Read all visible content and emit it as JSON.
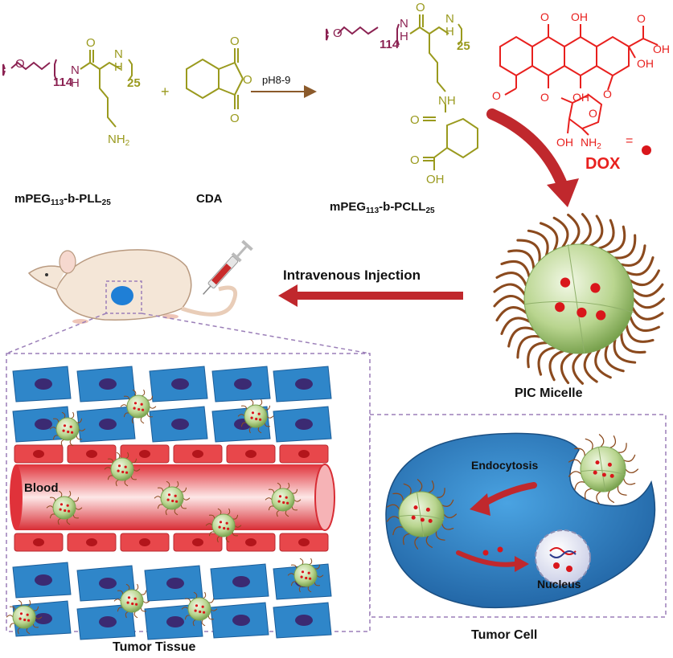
{
  "chemistry": {
    "reactant1": {
      "label": "mPEG",
      "label_sub": "113",
      "label_mid": "-b-PLL",
      "label_sub2": "25",
      "peg_repeat": "114",
      "pll_repeat": "25",
      "nh_upper": "N",
      "nh_h": "H",
      "amine": "NH",
      "amine_sub": "2"
    },
    "plus": "+",
    "reactant2": {
      "label": "CDA",
      "o": "O"
    },
    "reaction_condition": "pH8-9",
    "product": {
      "label": "mPEG",
      "label_sub": "113",
      "label_mid": "-b-PCLL",
      "label_sub2": "25",
      "peg_repeat": "114",
      "pcll_repeat": "25",
      "nh": "NH",
      "n": "N",
      "h": "H",
      "o": "O",
      "oh": "OH"
    },
    "drug": {
      "name": "DOX",
      "oh": "OH",
      "o": "O",
      "nh2": "NH",
      "nh2_sub": "2",
      "equals": "="
    }
  },
  "labels": {
    "micelle": "PIC Micelle",
    "injection": "Intravenous Injection",
    "blood": "Blood",
    "tumor_tissue": "Tumor Tissue",
    "tumor_cell": "Tumor Cell",
    "endocytosis": "Endocytosis",
    "nucleus": "Nucleus"
  },
  "colors": {
    "peg": "#8b2252",
    "pll": "#9a9a1e",
    "dox": "#e8201e",
    "arrow_red": "#c0282d",
    "tumor_cell_blue": "#2f86c9",
    "vessel_red": "#e8474b",
    "micelle_green": "#a8c97a"
  }
}
